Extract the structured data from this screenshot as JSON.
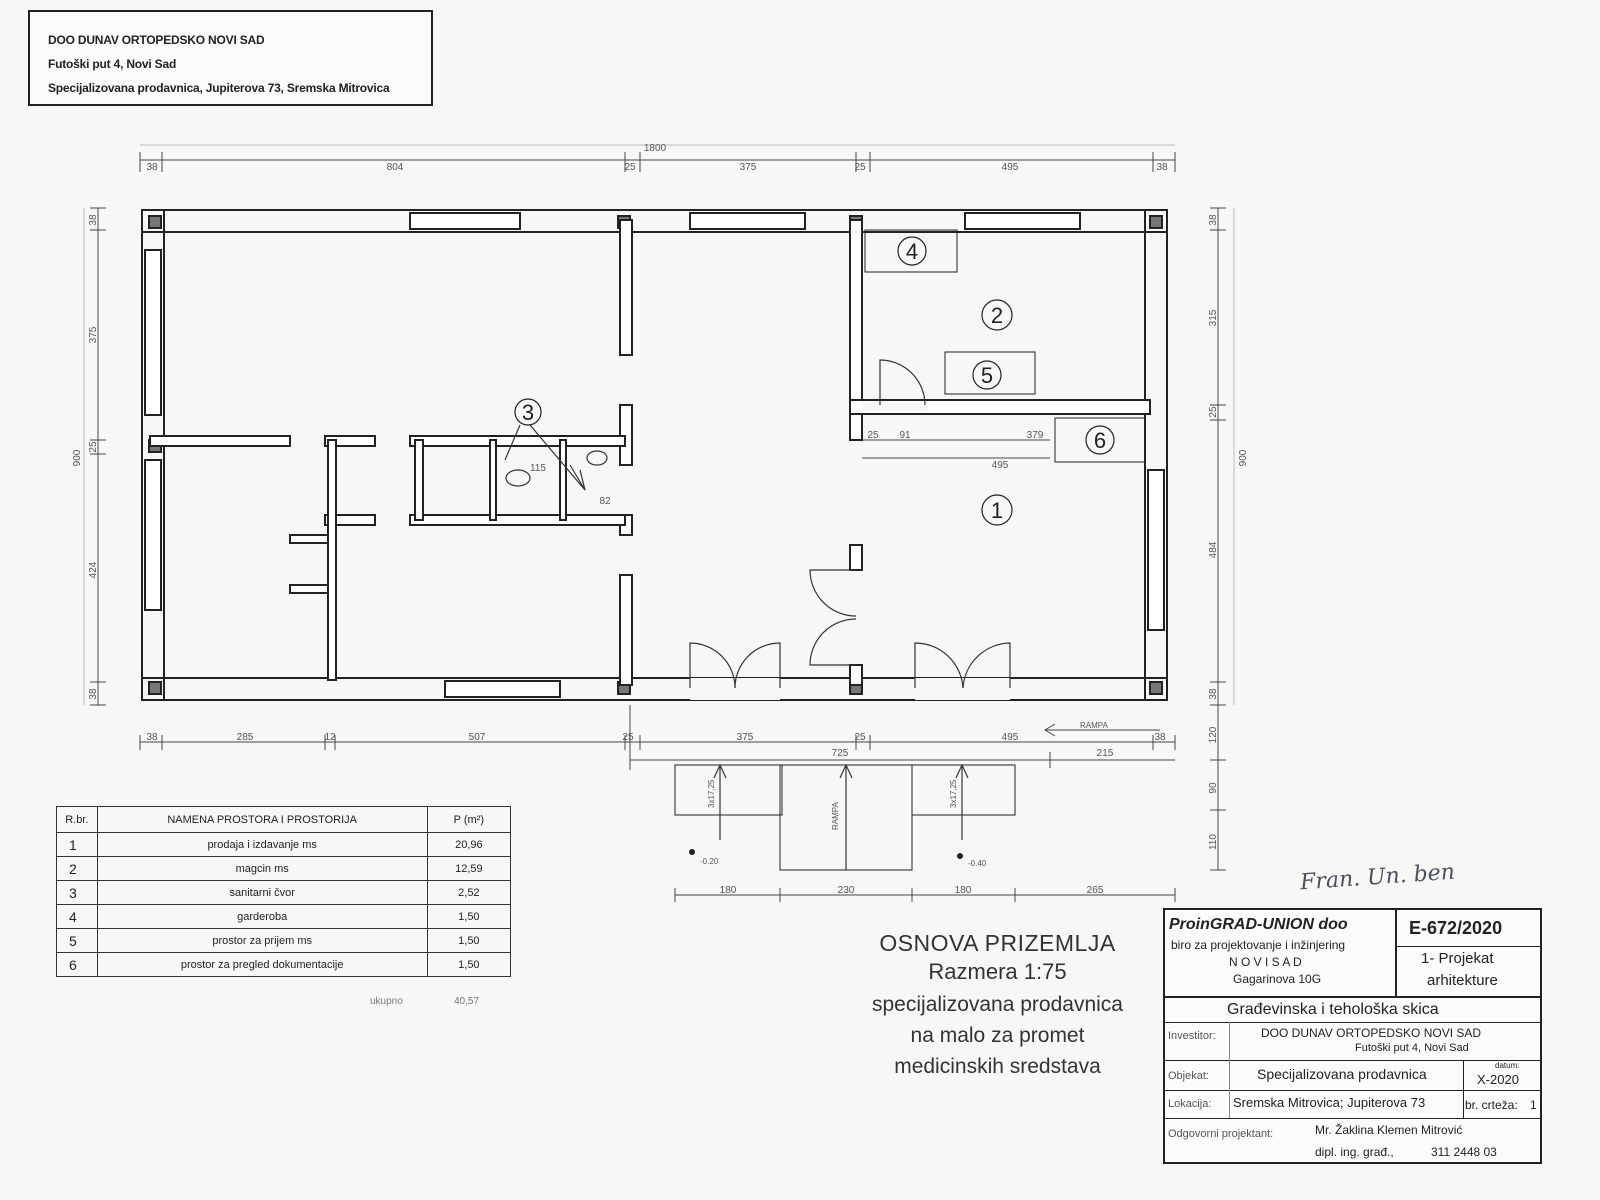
{
  "header": {
    "company": "DOO DUNAV ORTOPEDSKO NOVI SAD",
    "address": "Futoški put 4, Novi Sad",
    "shop": "Specijalizovana prodavnica, Jupiterova 73, Sremska Mitrovica"
  },
  "plan": {
    "room_numbers": [
      "1",
      "2",
      "3",
      "4",
      "5",
      "6"
    ],
    "top_dims": {
      "total": "1800",
      "segments": [
        "38",
        "804",
        "25",
        "375",
        "25",
        "495",
        "38"
      ]
    },
    "bottom_dims": {
      "row1": [
        "38",
        "285",
        "12",
        "507",
        "25",
        "375",
        "25",
        "495",
        "38"
      ],
      "row2": [
        "725",
        "215"
      ],
      "steps": [
        "180",
        "230",
        "180",
        "265"
      ]
    },
    "left_dims": {
      "total": "900",
      "segments": [
        "38",
        "375",
        "25",
        "424",
        "38"
      ]
    },
    "right_dims": {
      "total": "900",
      "segments": [
        "38",
        "315",
        "25",
        "484",
        "38"
      ],
      "lower": [
        "120",
        "90",
        "110"
      ]
    },
    "inner_dims": [
      "25",
      "91",
      "379",
      "495",
      "115",
      "82"
    ],
    "labels": {
      "rampa_small": "RAMPA",
      "rampa_vertical": "RAMPA",
      "step_left": "3x17,25",
      "step_right": "3x17,25",
      "level_left": "-0.20",
      "level_right": "-0.40"
    }
  },
  "room_table": {
    "headers": [
      "R.br.",
      "NAMENA PROSTORA I PROSTORIJA",
      "P (m²)"
    ],
    "rows": [
      {
        "no": "1",
        "name": "prodaja i izdavanje ms",
        "area": "20,96"
      },
      {
        "no": "2",
        "name": "magcin ms",
        "area": "12,59"
      },
      {
        "no": "3",
        "name": "sanitarni čvor",
        "area": "2,52"
      },
      {
        "no": "4",
        "name": "garderoba",
        "area": "1,50"
      },
      {
        "no": "5",
        "name": "prostor za prijem ms",
        "area": "1,50"
      },
      {
        "no": "6",
        "name": "prostor za pregled dokumentacije",
        "area": "1,50"
      }
    ],
    "total_label": "ukupno",
    "total_value": "40,57"
  },
  "drawing_title": {
    "line1": "OSNOVA PRIZEMLJA",
    "line2": "Razmera 1:75",
    "description": "specijalizovana prodavnica na malo za promet medicinskih sredstava"
  },
  "signature": "Fran. Un. ben",
  "title_block": {
    "firm_name": "ProinGRAD-UNION doo",
    "firm_desc": "biro za projektovanje i inžinjering",
    "firm_city": "N O V I   S A D",
    "firm_address": "Gagarinova 10G",
    "project_no": "E-672/2020",
    "project_type_1": "1- Projekat",
    "project_type_2": "arhitekture",
    "sketch_title": "Građevinska i tehološka skica",
    "investor_label": "Investitor:",
    "investor_name": "DOO DUNAV ORTOPEDSKO NOVI SAD",
    "investor_address": "Futoški put 4, Novi Sad",
    "object_label": "Objekat:",
    "object_value": "Specijalizovana prodavnica",
    "date_label": "datum:",
    "date_value": "X-2020",
    "location_label": "Lokacija:",
    "location_value": "Sremska Mitrovica; Jupiterova 73",
    "drawing_no_label": "br. crteža:",
    "drawing_no_value": "1",
    "designer_label": "Odgovorni projektant:",
    "designer_name": "Mr. Žaklina Klemen Mitrović",
    "designer_title": "dipl. ing. građ.,",
    "designer_license": "311 2448 03"
  }
}
